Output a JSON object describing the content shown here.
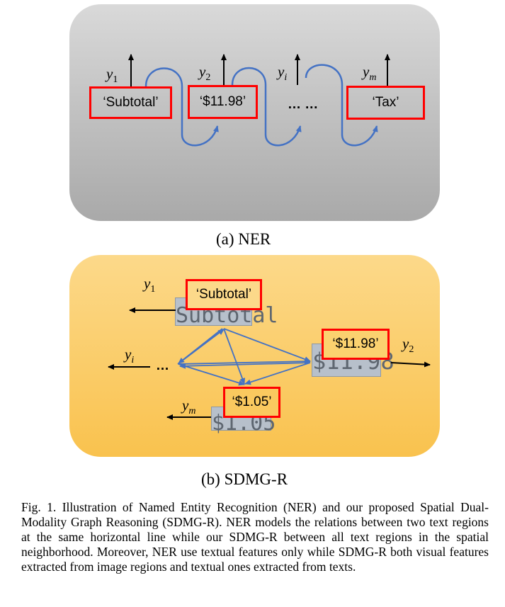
{
  "panel_a": {
    "boxes": [
      "‘Subtotal’",
      "‘$11.98’",
      "‘Tax’"
    ],
    "ellipsis": "… …",
    "labels": [
      {
        "base": "y",
        "sub": "1"
      },
      {
        "base": "y",
        "sub": "2"
      },
      {
        "base": "y",
        "sub": "i"
      },
      {
        "base": "y",
        "sub": "m"
      }
    ],
    "caption": "(a) NER"
  },
  "panel_b": {
    "boxes": [
      "‘Subtotal’",
      "‘$11.98’",
      "‘$1.05’"
    ],
    "crops": [
      "Subtotal",
      "$11.98",
      "$1.05"
    ],
    "ellipsis": "…",
    "labels": [
      {
        "base": "y",
        "sub": "1"
      },
      {
        "base": "y",
        "sub": "i"
      },
      {
        "base": "y",
        "sub": "2"
      },
      {
        "base": "y",
        "sub": "m"
      }
    ],
    "caption": "(b) SDMG-R"
  },
  "figure_caption": "Fig. 1.  Illustration of Named Entity Recognition (NER) and our proposed Spatial Dual-Modality Graph Reasoning (SDMG-R). NER models the relations between two text regions at the same horizontal line while our SDMG-R between all text regions in the spatial neighborhood. Moreover, NER use textual features only while SDMG-R both visual features extracted from image regions and textual ones extracted from texts.",
  "colors": {
    "box_border": "#ff0000",
    "connector": "#4472c4",
    "panel_a_bg": "#c4c4c4",
    "panel_b_bg": "#fbd06c",
    "crop_bg": "#b7c0cb"
  }
}
